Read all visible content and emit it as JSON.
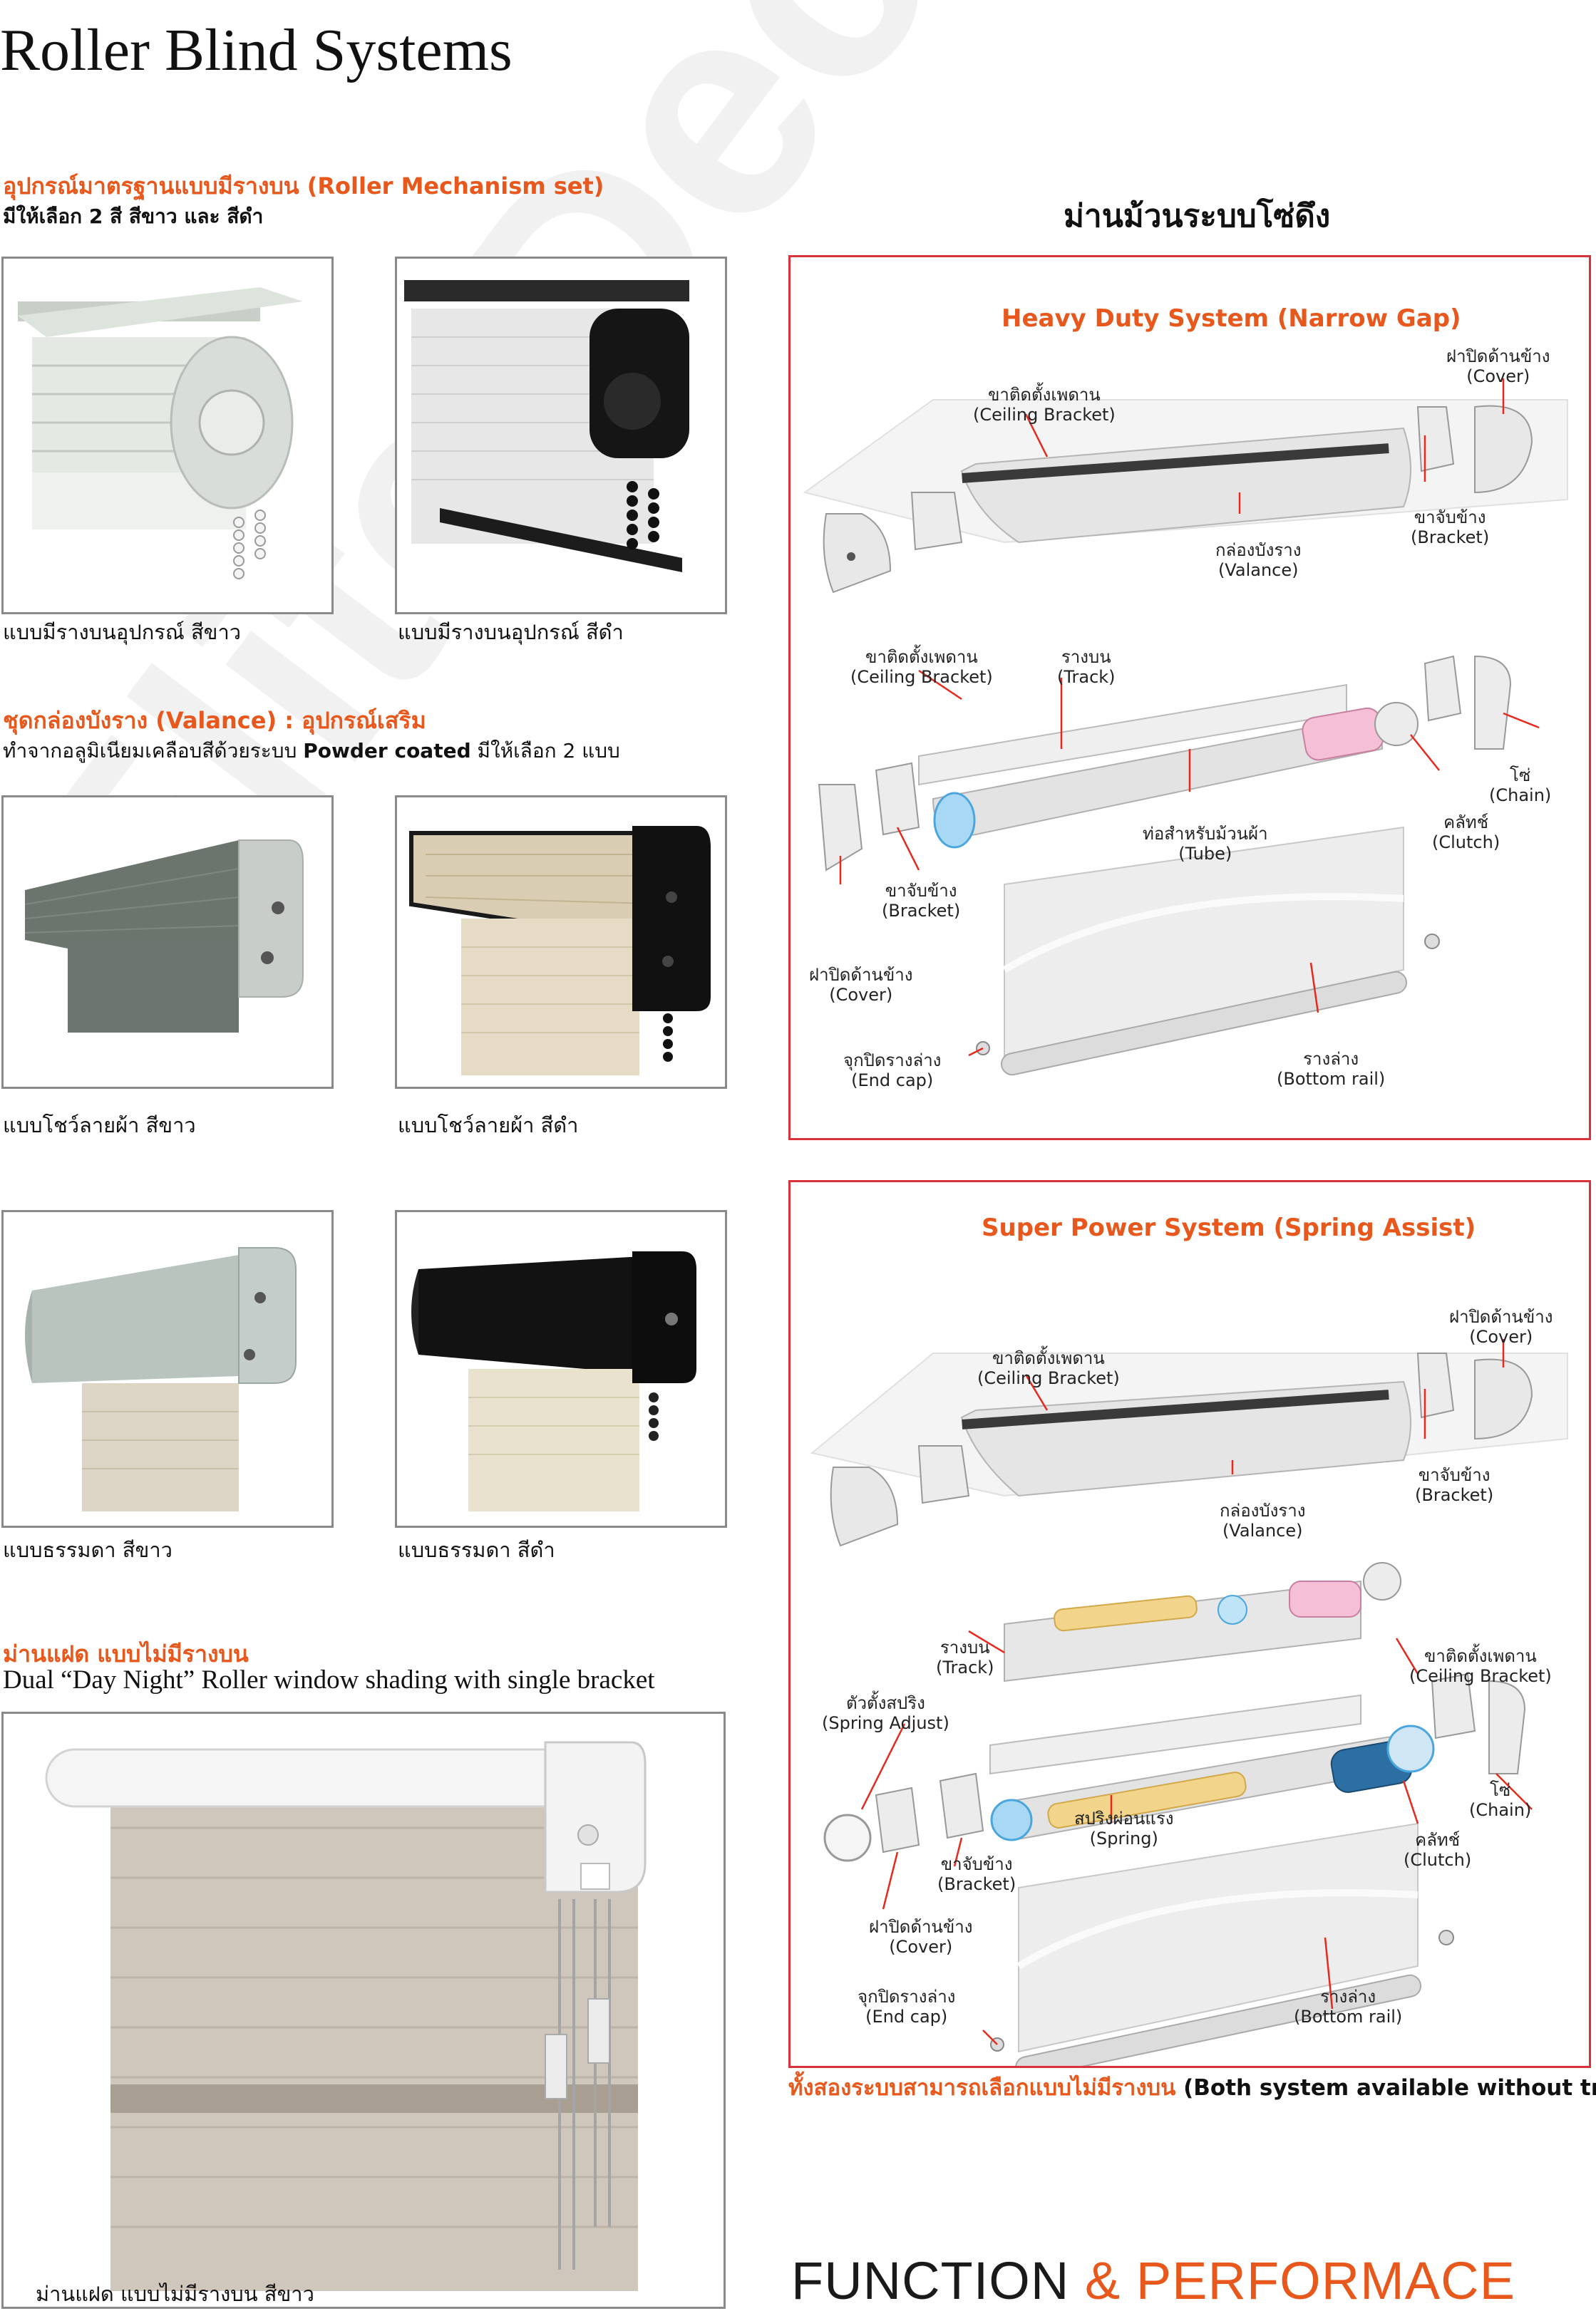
{
  "page": {
    "title": "Roller Blind Systems",
    "watermark": "Elite Decoration Co.,Ltd"
  },
  "mechanism": {
    "heading": "อุปกรณ์มาตรฐานแบบมีรางบน (Roller Mechanism set)",
    "sub": "มีให้เลือก 2 สี สีขาว และ สีดำ",
    "cap_white": "แบบมีรางบนอุปกรณ์ สีขาว",
    "cap_black": "แบบมีรางบนอุปกรณ์ สีดำ"
  },
  "valance": {
    "heading": "ชุดกล่องบังราง (Valance) : อุปกรณ์เสริม",
    "sub_a": "ทำจากอลูมิเนียมเคลือบสีด้วยระบบ ",
    "sub_b": "Powder coated",
    "sub_c": " มีให้เลือก 2 แบบ",
    "cap_fabric_white": "แบบโชว์ลายผ้า สีขาว",
    "cap_fabric_black": "แบบโชว์ลายผ้า สีดำ",
    "cap_plain_white": "แบบธรรมดา สีขาว",
    "cap_plain_black": "แบบธรรมดา สีดำ"
  },
  "dual": {
    "heading": "ม่านแฝด แบบไม่มีรางบน",
    "sub": "Dual “Day Night” Roller window shading with single bracket",
    "cap": "ม่านแฝด แบบไม่มีรางบน สีขาว"
  },
  "chain_heading": "ม่านม้วนระบบโซ่ดึง",
  "heavy": {
    "title": "Heavy Duty System (Narrow Gap)",
    "labels": {
      "ceiling_bracket_top": [
        "ขาติดตั้งเพดาน",
        "(Ceiling Bracket)"
      ],
      "cover_top": [
        "ฝาปิดด้านข้าง",
        "(Cover)"
      ],
      "bracket_top": [
        "ขาจับข้าง",
        "(Bracket)"
      ],
      "valance": [
        "กล่องบังราง",
        "(Valance)"
      ],
      "ceiling_bracket": [
        "ขาติดตั้งเพดาน",
        "(Ceiling Bracket)"
      ],
      "track": [
        "รางบน",
        "(Track)"
      ],
      "chain": [
        "โซ่",
        "(Chain)"
      ],
      "clutch": [
        "คลัทช์",
        "(Clutch)"
      ],
      "tube": [
        "ท่อสำหรับม้วนผ้า",
        "(Tube)"
      ],
      "bracket": [
        "ขาจับข้าง",
        "(Bracket)"
      ],
      "cover": [
        "ฝาปิดด้านข้าง",
        "(Cover)"
      ],
      "end_cap": [
        "จุกปิดรางล่าง",
        "(End cap)"
      ],
      "bottom_rail": [
        "รางล่าง",
        "(Bottom rail)"
      ]
    }
  },
  "super": {
    "title": "Super Power System (Spring Assist)",
    "labels": {
      "ceiling_bracket_top": [
        "ขาติดตั้งเพดาน",
        "(Ceiling Bracket)"
      ],
      "cover_top": [
        "ฝาปิดด้านข้าง",
        "(Cover)"
      ],
      "bracket_top": [
        "ขาจับข้าง",
        "(Bracket)"
      ],
      "valance": [
        "กล่องบังราง",
        "(Valance)"
      ],
      "track": [
        "รางบน",
        "(Track)"
      ],
      "ceiling_bracket": [
        "ขาติดตั้งเพดาน",
        "(Ceiling Bracket)"
      ],
      "spring_adjust": [
        "ตัวตั้งสปริง",
        "(Spring Adjust)"
      ],
      "chain": [
        "โซ่",
        "(Chain)"
      ],
      "spring": [
        "สปริงผ่อนแรง",
        "(Spring)"
      ],
      "clutch": [
        "คลัทช์",
        "(Clutch)"
      ],
      "bracket": [
        "ขาจับข้าง",
        "(Bracket)"
      ],
      "cover": [
        "ฝาปิดด้านข้าง",
        "(Cover)"
      ],
      "end_cap": [
        "จุกปิดรางล่าง",
        "(End cap)"
      ],
      "bottom_rail": [
        "รางล่าง",
        "(Bottom rail)"
      ]
    }
  },
  "note": {
    "thai": "ทั้งสองระบบสามารถเลือกแบบไม่มีรางบน ",
    "eng": "(Both system available without track)"
  },
  "footer": {
    "a": "FUNCTION",
    "b": "& PERFORMACE"
  },
  "colors": {
    "accent": "#e8581c",
    "panel_border": "#d8333a",
    "photo_border": "#8a8a8a"
  }
}
